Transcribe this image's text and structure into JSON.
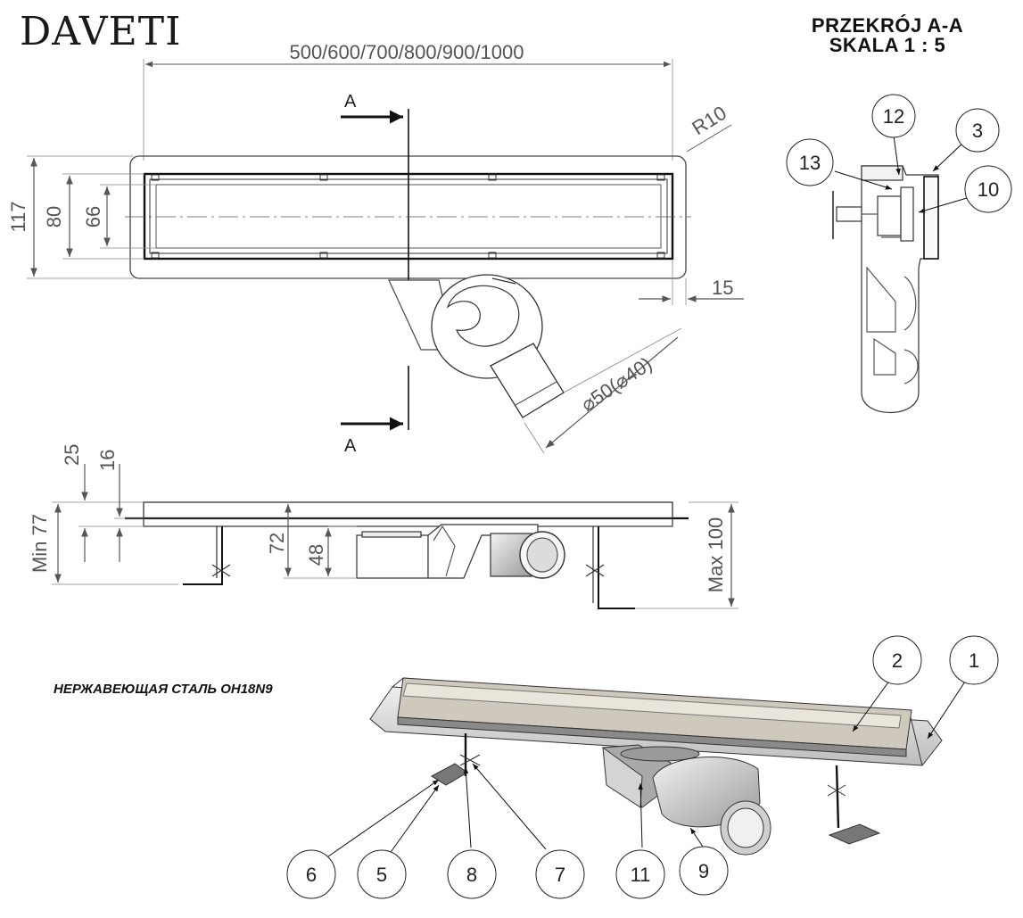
{
  "brand": {
    "logo_text": "DAVETI"
  },
  "section": {
    "title_line1": "PRZEKRÓJ A-A",
    "title_line2": "SKALA 1 : 5"
  },
  "material_note": "НЕРЖАВЕЮЩАЯ СТАЛЬ OH18N9",
  "top_view": {
    "length_label": "500/600/700/800/900/1000",
    "width_outer": "117",
    "width_mid": "80",
    "width_inner": "66",
    "radius_label": "R10",
    "flange_label": "15",
    "outlet_label": "⌀50(⌀40)",
    "section_marker": "A"
  },
  "side_view": {
    "dim_25": "25",
    "dim_16": "16",
    "min_height": "Min 77",
    "dim_72": "72",
    "dim_48": "48",
    "max_height": "Max 100"
  },
  "section_callouts": [
    "12",
    "3",
    "13",
    "10"
  ],
  "iso_callouts": [
    "2",
    "1",
    "6",
    "5",
    "8",
    "7",
    "11",
    "9"
  ]
}
